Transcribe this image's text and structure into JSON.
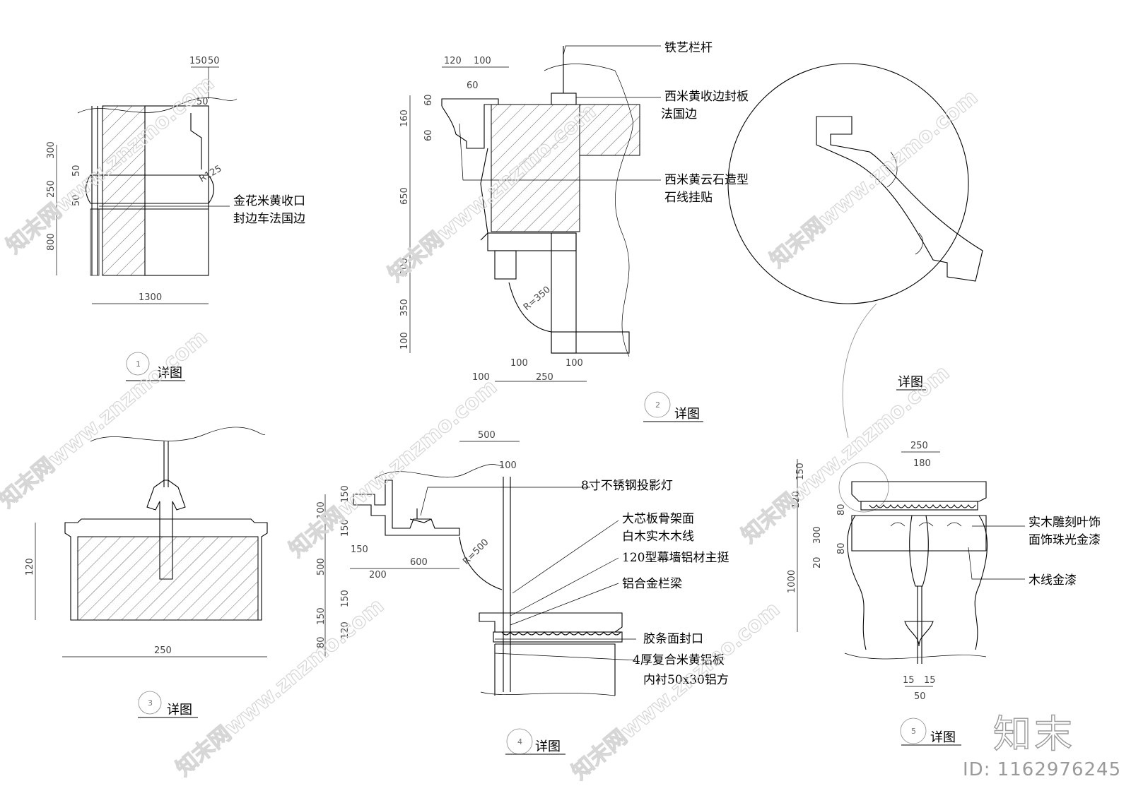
{
  "details": [
    {
      "number": "1",
      "caption": "详图",
      "dims_top": [
        "150",
        "50",
        "50"
      ],
      "dims_left": [
        "300",
        "50",
        "250",
        "50",
        "800"
      ],
      "dims_bottom": [
        "1300"
      ],
      "radius_label": "R125",
      "labels": [
        "金花米黄收口",
        "封边车法国边"
      ]
    },
    {
      "number": "2",
      "caption": "详图",
      "dims_top": [
        "120",
        "100",
        "60"
      ],
      "dims_left": [
        "60",
        "160",
        "60",
        "650",
        "200",
        "350",
        "100"
      ],
      "dims_bottom": [
        "100",
        "100",
        "100",
        "250"
      ],
      "radius_label": "R=350",
      "labels": [
        "铁艺栏杆",
        "西米黄收边封板",
        "法国边",
        "西米黄云石造型",
        "石线挂贴"
      ]
    },
    {
      "number": "3",
      "caption": "详图",
      "dims_left": [
        "120"
      ],
      "dims_bottom": [
        "250"
      ]
    },
    {
      "number": "4",
      "caption": "详图",
      "dims_top": [
        "500",
        "100"
      ],
      "dims_left": [
        "150",
        "100",
        "150",
        "500",
        "150",
        "150",
        "120",
        "80"
      ],
      "dims_mid": [
        "150",
        "600",
        "200"
      ],
      "radius_label": "R=500",
      "labels": [
        "8寸不锈钢投影灯",
        "大芯板骨架面",
        "白木实木木线",
        "120型幕墙铝材主挺",
        "铝合金栏梁",
        "胶条面封口",
        "4厚复合米黄铝板",
        "内衬50x30铝方"
      ]
    },
    {
      "number": "",
      "caption": "详图"
    },
    {
      "number": "5",
      "caption": "详图",
      "dims_top": [
        "250",
        "180"
      ],
      "dims_left": [
        "150",
        "120",
        "80",
        "300",
        "80",
        "20",
        "1000"
      ],
      "dims_bottom": [
        "15",
        "15",
        "50"
      ],
      "labels": [
        "实木雕刻叶饰",
        "面饰珠光金漆",
        "木线金漆"
      ]
    }
  ],
  "watermark": {
    "text": "知末网www.znzmo.com",
    "logo": "知末",
    "id_label": "ID: 1162976245"
  }
}
